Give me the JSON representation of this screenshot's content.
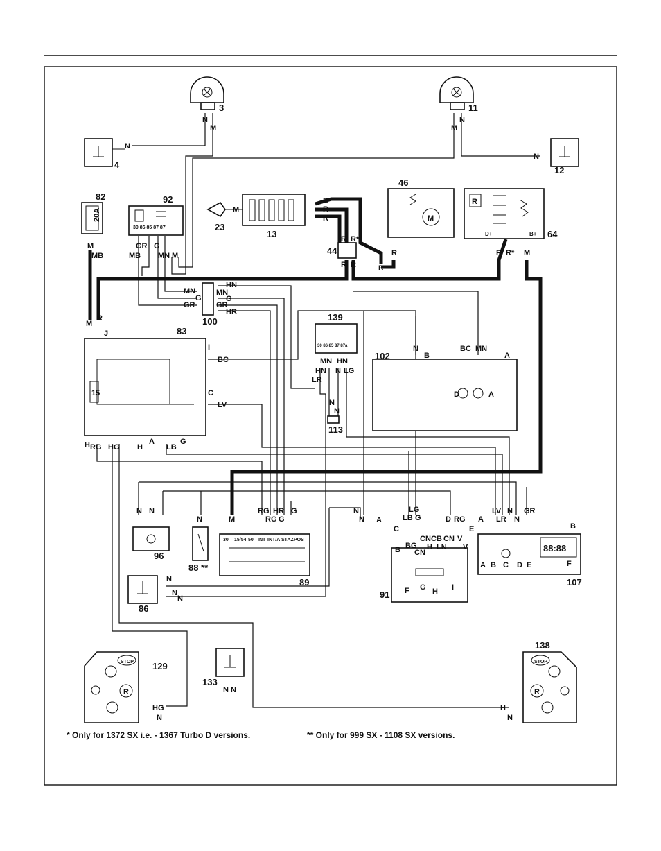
{
  "footnotes": {
    "single": "*  Only for 1372 SX i.e. - 1367 Turbo D versions.",
    "double": "**  Only for 999 SX - 1108 SX versions."
  },
  "components": {
    "c3": "3",
    "c11": "11",
    "c4": "4",
    "c12": "12",
    "c82": "82",
    "c92": "92",
    "c23": "23",
    "c13": "13",
    "c46": "46",
    "c64": "64",
    "c44": "44",
    "c100": "100",
    "c83": "83",
    "c15": "15",
    "c139": "139",
    "c102": "102",
    "c113": "113",
    "c96": "96",
    "c88": "88 **",
    "c89": "89",
    "c86": "86",
    "c91": "91",
    "c107": "107",
    "c129": "129",
    "c133": "133",
    "c138": "138"
  },
  "fuse_label": "20A",
  "display_text": "88:88",
  "relay_pins": "30 86   85 87 87",
  "relay_pins_139": "30 86  85 87 87a",
  "ignition_pins": [
    "30",
    "15/54",
    "50",
    "INT",
    "INT/A",
    "STAZ",
    "POS"
  ],
  "switch_letters": [
    "A",
    "B",
    "C",
    "D",
    "E",
    "F"
  ],
  "stop_label": "STOP",
  "reverse_symbol": "R",
  "wires": {
    "N": "N",
    "M": "M",
    "MB": "MB",
    "GR": "GR",
    "G": "G",
    "MN": "MN",
    "R": "R",
    "Rs": "R*",
    "HN": "HN",
    "HR": "HR",
    "BC": "BC",
    "LV": "LV",
    "RG": "RG",
    "HG": "HG",
    "H": "H",
    "LB": "LB",
    "LR": "LR",
    "LG": "LG",
    "BG": "BG",
    "CN": "CN",
    "CB": "CB",
    "LN": "LN",
    "V": "V",
    "B": "B"
  },
  "connectors": {
    "A": "A",
    "B": "B",
    "C": "C",
    "D": "D",
    "E": "E",
    "F": "F",
    "G": "G",
    "H": "H",
    "I": "I",
    "J": "J"
  }
}
